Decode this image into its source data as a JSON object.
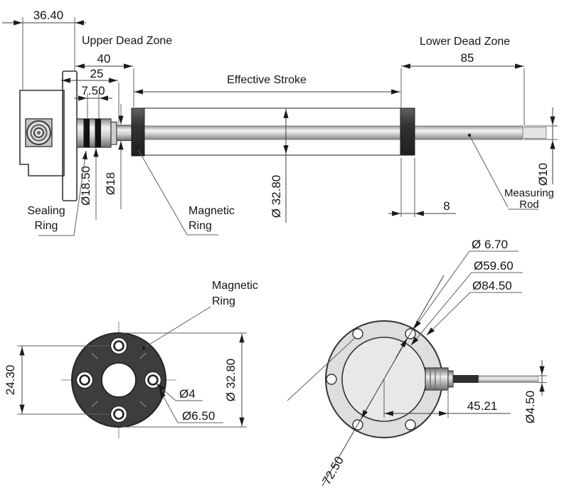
{
  "labels": {
    "upper_dead_zone": "Upper Dead Zone",
    "effective_stroke": "Effective Stroke",
    "lower_dead_zone": "Lower Dead Zone",
    "sealing_ring_1": "Sealing",
    "sealing_ring_2": "Ring",
    "magnetic_ring_top_1": "Magnetic",
    "magnetic_ring_top_2": "Ring",
    "measuring_rod_1": "Measuring",
    "measuring_rod_2": "Rod",
    "magnetic_ring_front_1": "Magnetic",
    "magnetic_ring_front_2": "Ring"
  },
  "dims_side": {
    "head_width": "36.40",
    "upper_dead_zone_len": "40",
    "seal_section": "25",
    "seal_gap": "7.50",
    "lower_dead_zone_len": "85",
    "ring_width": "8",
    "seal_od": "Ø18.50",
    "shaft_od": "Ø18",
    "housing_od": "Ø 32.80",
    "rod_od": "Ø10"
  },
  "dims_ring_front": {
    "hole_spacing": "24.30",
    "ring_od": "Ø 32.80",
    "hole_id": "Ø4",
    "hole_csk": "Ø6.50"
  },
  "dims_flange_rear": {
    "bolt_hole_d": "Ø 6.70",
    "pilot_d": "Ø59.60",
    "flange_od": "Ø84.50",
    "center_to_cable": "45.21",
    "cable_od": "Ø4.50",
    "bolt_circle_d": "72.50"
  },
  "colors": {
    "line": "#2b2b2b",
    "magnet_dark": "#3a3a3a",
    "metal_light": "#e6e6e6",
    "flange_face": "#dedede"
  }
}
